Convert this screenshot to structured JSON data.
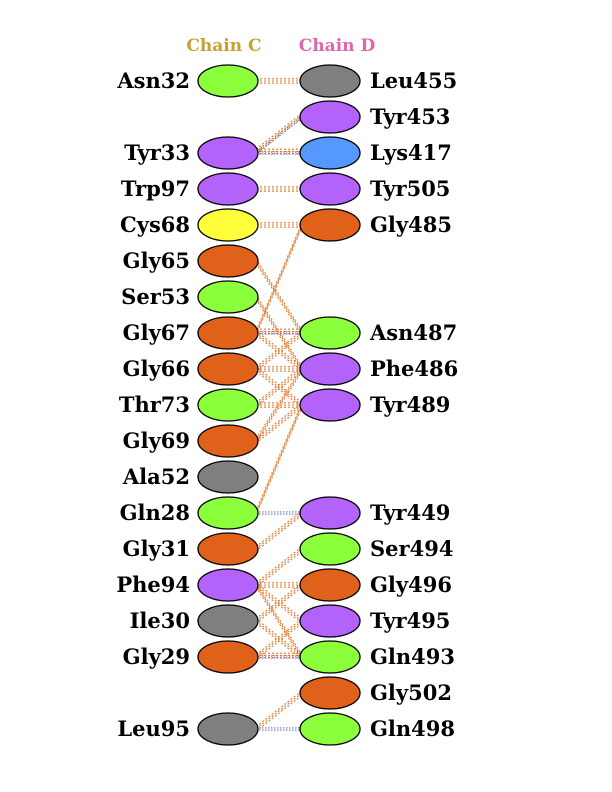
{
  "chainC": {
    "title": "Chain C",
    "color": "#C8A033",
    "residues": [
      {
        "id": "Asn32",
        "type": "neutral"
      },
      {
        "id": "Tyr33",
        "type": "aromatic"
      },
      {
        "id": "Trp97",
        "type": "aromatic"
      },
      {
        "id": "Cys68",
        "type": "cysteine"
      },
      {
        "id": "Gly65",
        "type": "glycine"
      },
      {
        "id": "Ser53",
        "type": "neutral"
      },
      {
        "id": "Gly67",
        "type": "glycine"
      },
      {
        "id": "Gly66",
        "type": "glycine"
      },
      {
        "id": "Thr73",
        "type": "neutral"
      },
      {
        "id": "Gly69",
        "type": "glycine"
      },
      {
        "id": "Ala52",
        "type": "aliphatic"
      },
      {
        "id": "Gln28",
        "type": "neutral"
      },
      {
        "id": "Gly31",
        "type": "glycine"
      },
      {
        "id": "Phe94",
        "type": "aromatic"
      },
      {
        "id": "Ile30",
        "type": "aliphatic"
      },
      {
        "id": "Gly29",
        "type": "glycine"
      },
      {
        "id": "Leu95",
        "type": "aliphatic"
      }
    ]
  },
  "chainD": {
    "title": "Chain D",
    "color": "#E066A8",
    "residues": [
      {
        "id": "Leu455",
        "type": "aliphatic"
      },
      {
        "id": "Tyr453",
        "type": "aromatic"
      },
      {
        "id": "Lys417",
        "type": "positive"
      },
      {
        "id": "Tyr505",
        "type": "aromatic"
      },
      {
        "id": "Gly485",
        "type": "glycine"
      },
      {
        "id": "Asn487",
        "type": "neutral"
      },
      {
        "id": "Phe486",
        "type": "aromatic"
      },
      {
        "id": "Tyr489",
        "type": "aromatic"
      },
      {
        "id": "Tyr449",
        "type": "aromatic"
      },
      {
        "id": "Ser494",
        "type": "neutral"
      },
      {
        "id": "Gly496",
        "type": "glycine"
      },
      {
        "id": "Tyr495",
        "type": "aromatic"
      },
      {
        "id": "Gln493",
        "type": "neutral"
      },
      {
        "id": "Gly502",
        "type": "glycine"
      },
      {
        "id": "Gln498",
        "type": "neutral"
      }
    ]
  },
  "residue_colors": {
    "neutral": "#8CFF3C",
    "aromatic": "#B362FA",
    "cysteine": "#FFFF3C",
    "glycine": "#E0621A",
    "aliphatic": "#7F7F7F",
    "positive": "#5599FF"
  },
  "bond_colors": {
    "hbond": "#6A78C8",
    "saltbridge": "#E03030",
    "contact": "#E07A2E"
  },
  "interactions": [
    {
      "from": "Asn32",
      "to": "Leu455",
      "type": "contact"
    },
    {
      "from": "Tyr33",
      "to": "Tyr453",
      "type": "hbond"
    },
    {
      "from": "Tyr33",
      "to": "Tyr453",
      "type": "contact"
    },
    {
      "from": "Tyr33",
      "to": "Lys417",
      "type": "hbond"
    },
    {
      "from": "Tyr33",
      "to": "Lys417",
      "type": "contact"
    },
    {
      "from": "Trp97",
      "to": "Tyr505",
      "type": "contact"
    },
    {
      "from": "Cys68",
      "to": "Gly485",
      "type": "contact"
    },
    {
      "from": "Gly65",
      "to": "Asn487",
      "type": "contact"
    },
    {
      "from": "Ser53",
      "to": "Phe486",
      "type": "contact"
    },
    {
      "from": "Gly67",
      "to": "Asn487",
      "type": "hbond"
    },
    {
      "from": "Gly67",
      "to": "Asn487",
      "type": "contact"
    },
    {
      "from": "Gly67",
      "to": "Phe486",
      "type": "contact"
    },
    {
      "from": "Gly67",
      "to": "Gly485",
      "type": "contact"
    },
    {
      "from": "Gly66",
      "to": "Phe486",
      "type": "contact"
    },
    {
      "from": "Gly66",
      "to": "Asn487",
      "type": "contact"
    },
    {
      "from": "Gly66",
      "to": "Tyr489",
      "type": "contact"
    },
    {
      "from": "Thr73",
      "to": "Phe486",
      "type": "contact"
    },
    {
      "from": "Thr73",
      "to": "Tyr489",
      "type": "contact"
    },
    {
      "from": "Gly69",
      "to": "Tyr489",
      "type": "contact"
    },
    {
      "from": "Gly69",
      "to": "Phe486",
      "type": "contact"
    },
    {
      "from": "Gln28",
      "to": "Tyr449",
      "type": "hbond"
    },
    {
      "from": "Gln28",
      "to": "Tyr489",
      "type": "contact"
    },
    {
      "from": "Gly31",
      "to": "Tyr449",
      "type": "contact"
    },
    {
      "from": "Phe94",
      "to": "Gly496",
      "type": "contact"
    },
    {
      "from": "Phe94",
      "to": "Tyr495",
      "type": "contact"
    },
    {
      "from": "Phe94",
      "to": "Gln493",
      "type": "contact"
    },
    {
      "from": "Phe94",
      "to": "Ser494",
      "type": "contact"
    },
    {
      "from": "Ile30",
      "to": "Gln493",
      "type": "contact"
    },
    {
      "from": "Ile30",
      "to": "Gly496",
      "type": "contact"
    },
    {
      "from": "Gly29",
      "to": "Gln493",
      "type": "hbond"
    },
    {
      "from": "Gly29",
      "to": "Gln493",
      "type": "contact"
    },
    {
      "from": "Gly29",
      "to": "Tyr495",
      "type": "contact"
    },
    {
      "from": "Leu95",
      "to": "Gln498",
      "type": "hbond"
    },
    {
      "from": "Leu95",
      "to": "Gly502",
      "type": "contact"
    }
  ]
}
